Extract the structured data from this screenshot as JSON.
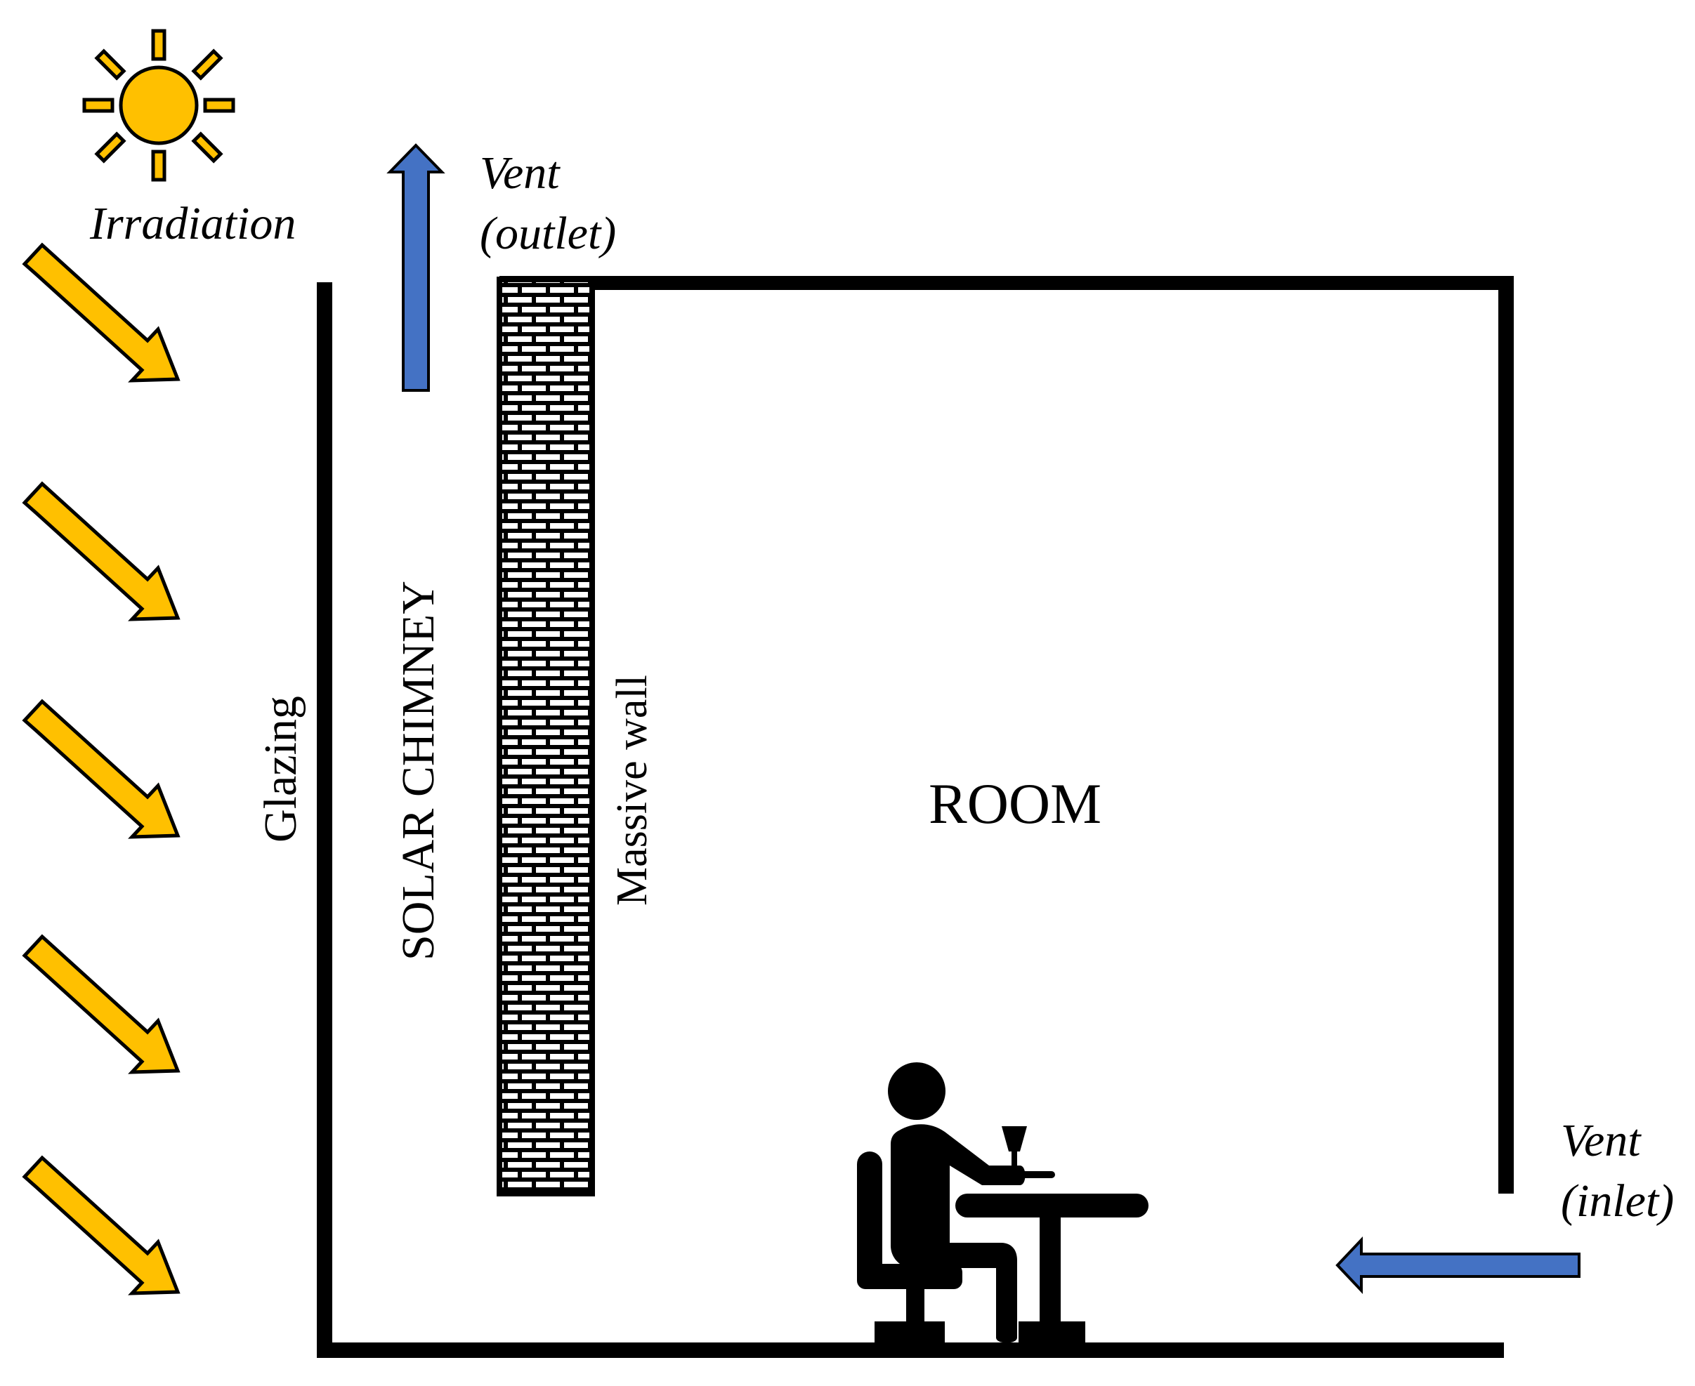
{
  "colors": {
    "sun": "#FFC000",
    "sun_outline": "#000000",
    "airflow": "#4472C4",
    "wall": "#000000",
    "brick_mortar": "#ffffff"
  },
  "icons": {
    "sun": "sun-icon",
    "irradiation_arrow": "arrow-down-right-icon",
    "outlet_arrow": "arrow-up-icon",
    "inlet_arrow": "arrow-left-icon",
    "occupant": "person-at-desk-icon"
  },
  "labels": {
    "irradiation": "Irradiation",
    "vent_outlet_line1": "Vent",
    "vent_outlet_line2": "(outlet)",
    "vent_inlet_line1": "Vent",
    "vent_inlet_line2": "(inlet)",
    "glazing": "Glazing",
    "solar_chimney": "SOLAR CHIMNEY",
    "massive_wall": "Massive wall",
    "room": "ROOM"
  }
}
